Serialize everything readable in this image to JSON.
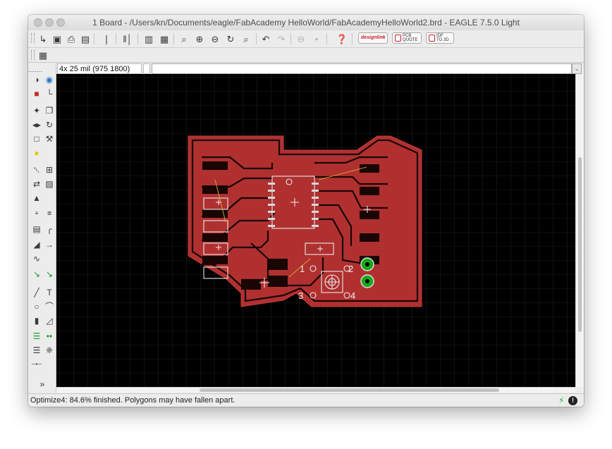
{
  "window": {
    "title": "1 Board - /Users/kn/Documents/eagle/FabAcademy HelloWorld/FabAcademyHelloWorld2.brd - EAGLE 7.5.0 Light"
  },
  "toolbar": {
    "buttons": [
      {
        "icon": "open-icon"
      },
      {
        "icon": "save-icon"
      },
      {
        "icon": "print-icon"
      },
      {
        "icon": "cam-processor-icon"
      },
      {
        "icon": "switch-to-schematic-icon"
      },
      {
        "icon": "layer-settings-icon"
      },
      {
        "icon": "ulp-icon"
      },
      {
        "icon": "script-icon"
      },
      {
        "icon": "zoom-to-fit-icon"
      },
      {
        "icon": "zoom-in-icon"
      },
      {
        "icon": "zoom-out-icon"
      },
      {
        "icon": "redraw-icon"
      },
      {
        "icon": "zoom-select-icon"
      },
      {
        "icon": "undo-icon"
      },
      {
        "icon": "redo-icon"
      },
      {
        "icon": "stop-icon"
      },
      {
        "icon": "go-icon"
      },
      {
        "icon": "help-icon"
      }
    ],
    "design_link_label_1": "design",
    "design_link_label_2": "link",
    "pcb_quote_label_1": "PCB",
    "pcb_quote_label_2": "QUOTE",
    "idf_label_1": "IDF",
    "idf_label_2": "TO 3D"
  },
  "toolbar2": {
    "grid_icon": "grid-icon"
  },
  "params": {
    "coordinates": "4x 25 mil (975 1800)",
    "command_value": ""
  },
  "left_tools": [
    "info-icon",
    "show-icon",
    "display-layers-icon",
    "mark-icon",
    "move-icon",
    "copy-icon",
    "mirror-icon",
    "rotate-icon",
    "group-icon",
    "change-icon",
    "paste-icon",
    "delete-icon",
    "add-icon",
    "replace-icon",
    "lock-icon",
    "name-icon",
    "value-icon",
    "smash-icon",
    "split-icon",
    "miter-icon",
    "optimize-icon",
    "route-icon",
    "ripup-icon",
    "wire-icon",
    "text-icon",
    "circle-icon",
    "arc-icon",
    "rect-icon",
    "polygon-icon",
    "via-icon",
    "signal-icon",
    "hole-icon",
    "ratsnest-icon",
    "autorouter-icon",
    "drc-icon",
    "errors-icon",
    "more-tools-icon"
  ],
  "pcb": {
    "pin_labels": [
      "1",
      "2",
      "3",
      "4"
    ],
    "board_color": "#b03030",
    "grid_color": "#3a3a3a",
    "via_color": "#18a818"
  },
  "status": {
    "message": "Optimize4: 84.6% finished. Polygons may have fallen apart."
  }
}
